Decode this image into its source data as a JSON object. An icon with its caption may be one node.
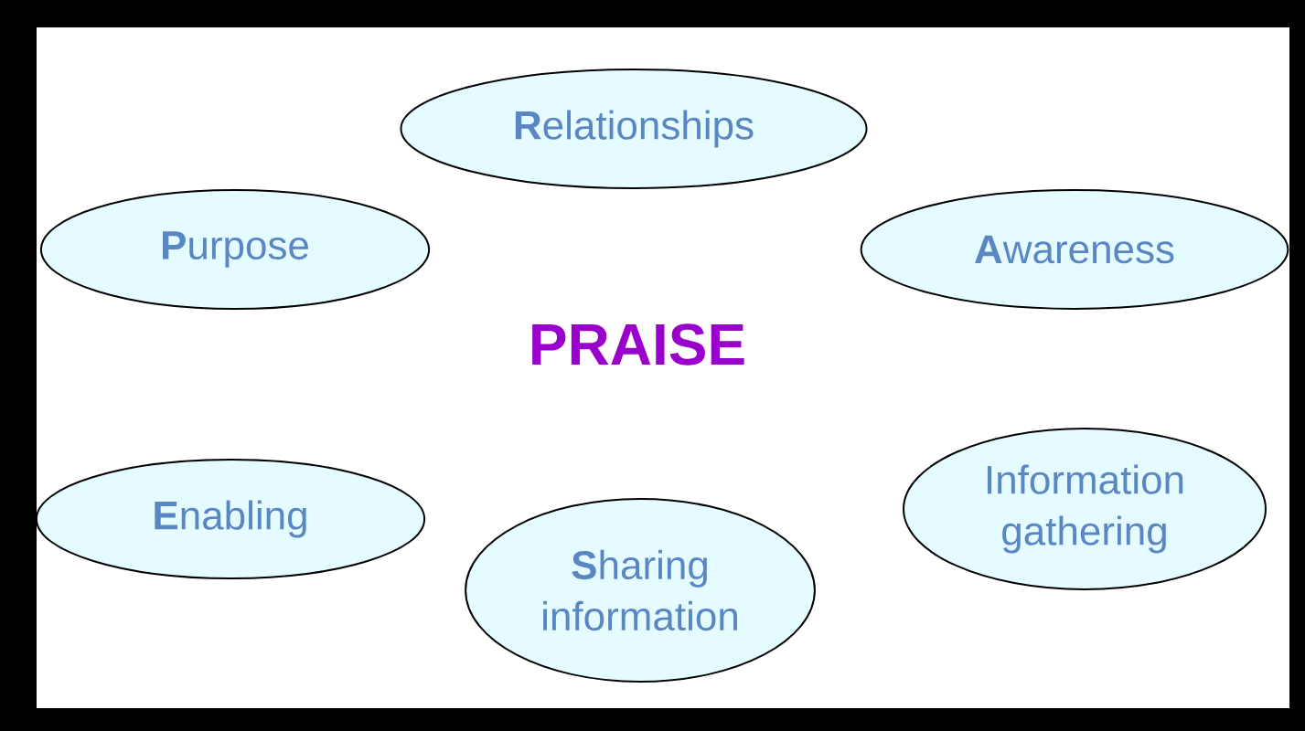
{
  "diagram": {
    "title": "PRAISE",
    "nodes": [
      {
        "text": [
          "**R**elationships"
        ]
      },
      {
        "text": [
          "**P**urpose"
        ]
      },
      {
        "text": [
          "**A**wareness"
        ]
      },
      {
        "text": [
          "**E**nabling"
        ]
      },
      {
        "text": [
          "**S**haring information"
        ]
      },
      {
        "text": [
          "Information gathering"
        ]
      }
    ]
  }
}
